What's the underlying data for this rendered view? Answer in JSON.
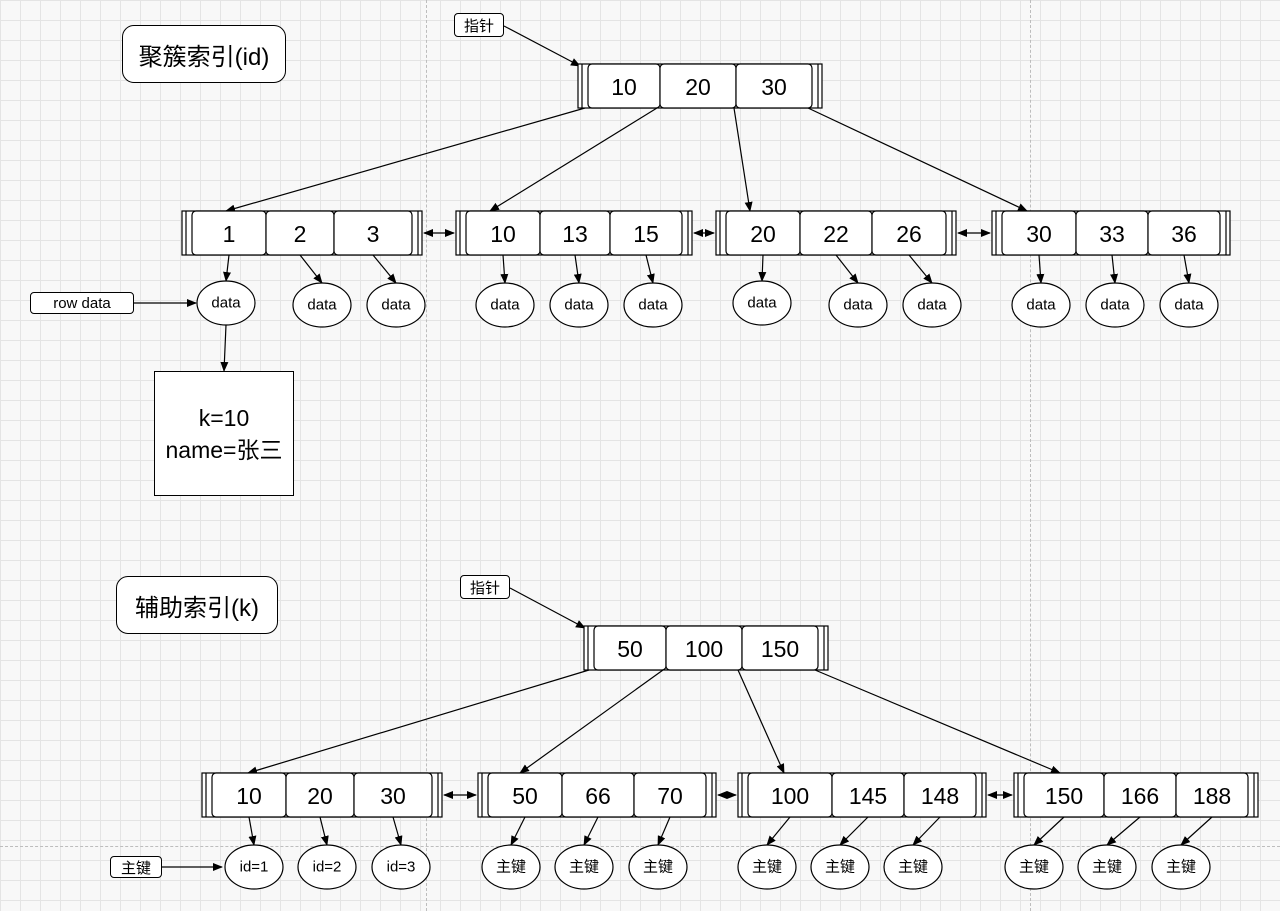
{
  "clustered": {
    "title": "聚簇索引(id)",
    "pointer_label": "指针",
    "root_keys": [
      "10",
      "20",
      "30"
    ],
    "leaves": [
      {
        "keys": [
          "1",
          "2",
          "3"
        ]
      },
      {
        "keys": [
          "10",
          "13",
          "15"
        ]
      },
      {
        "keys": [
          "20",
          "22",
          "26"
        ]
      },
      {
        "keys": [
          "30",
          "33",
          "36"
        ]
      }
    ],
    "leaf_value_label": "data",
    "row_data_label": "row data",
    "record_lines": [
      "k=10",
      "name=张三"
    ]
  },
  "secondary": {
    "title": "辅助索引(k)",
    "pointer_label": "指针",
    "root_keys": [
      "50",
      "100",
      "150"
    ],
    "leaves": [
      {
        "keys": [
          "10",
          "20",
          "30"
        ],
        "values": [
          "id=1",
          "id=2",
          "id=3"
        ]
      },
      {
        "keys": [
          "50",
          "66",
          "70"
        ],
        "values": [
          "主键",
          "主键",
          "主键"
        ]
      },
      {
        "keys": [
          "100",
          "145",
          "148"
        ],
        "values": [
          "主键",
          "主键",
          "主键"
        ]
      },
      {
        "keys": [
          "150",
          "166",
          "188"
        ],
        "values": [
          "主键",
          "主键",
          "主键"
        ]
      }
    ],
    "primary_key_label": "主键"
  }
}
